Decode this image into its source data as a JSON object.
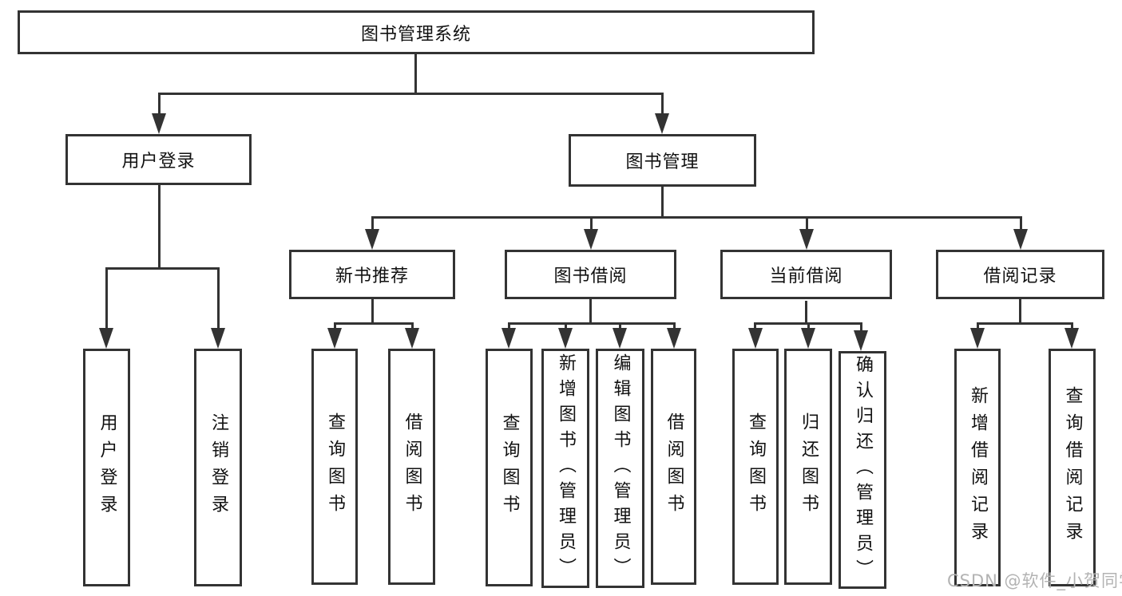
{
  "nodes": {
    "root": "图书管理系统",
    "user_login": "用户登录",
    "book_mgmt": "图书管理",
    "new_books": "新书推荐",
    "book_borrow": "图书借阅",
    "current_borrow": "当前借阅",
    "borrow_records": "借阅记录"
  },
  "leaves": {
    "user_login": [
      "用户登录",
      "注销登录"
    ],
    "new_books": [
      "查询图书",
      "借阅图书"
    ],
    "book_borrow": [
      "查询图书",
      "新增图书（管理员）",
      "编辑图书（管理员）",
      "借阅图书"
    ],
    "current_borrow": [
      "查询图书",
      "归还图书",
      "确认归还（管理员）"
    ],
    "borrow_records": [
      "新增借阅记录",
      "查询借阅记录"
    ]
  },
  "watermark": "CSDN @软件_小贺同学",
  "colors": {
    "line": "#333333",
    "text": "#111111",
    "watermark": "#b3b3b3",
    "background": "#ffffff",
    "box_fill": "#ffffff"
  }
}
